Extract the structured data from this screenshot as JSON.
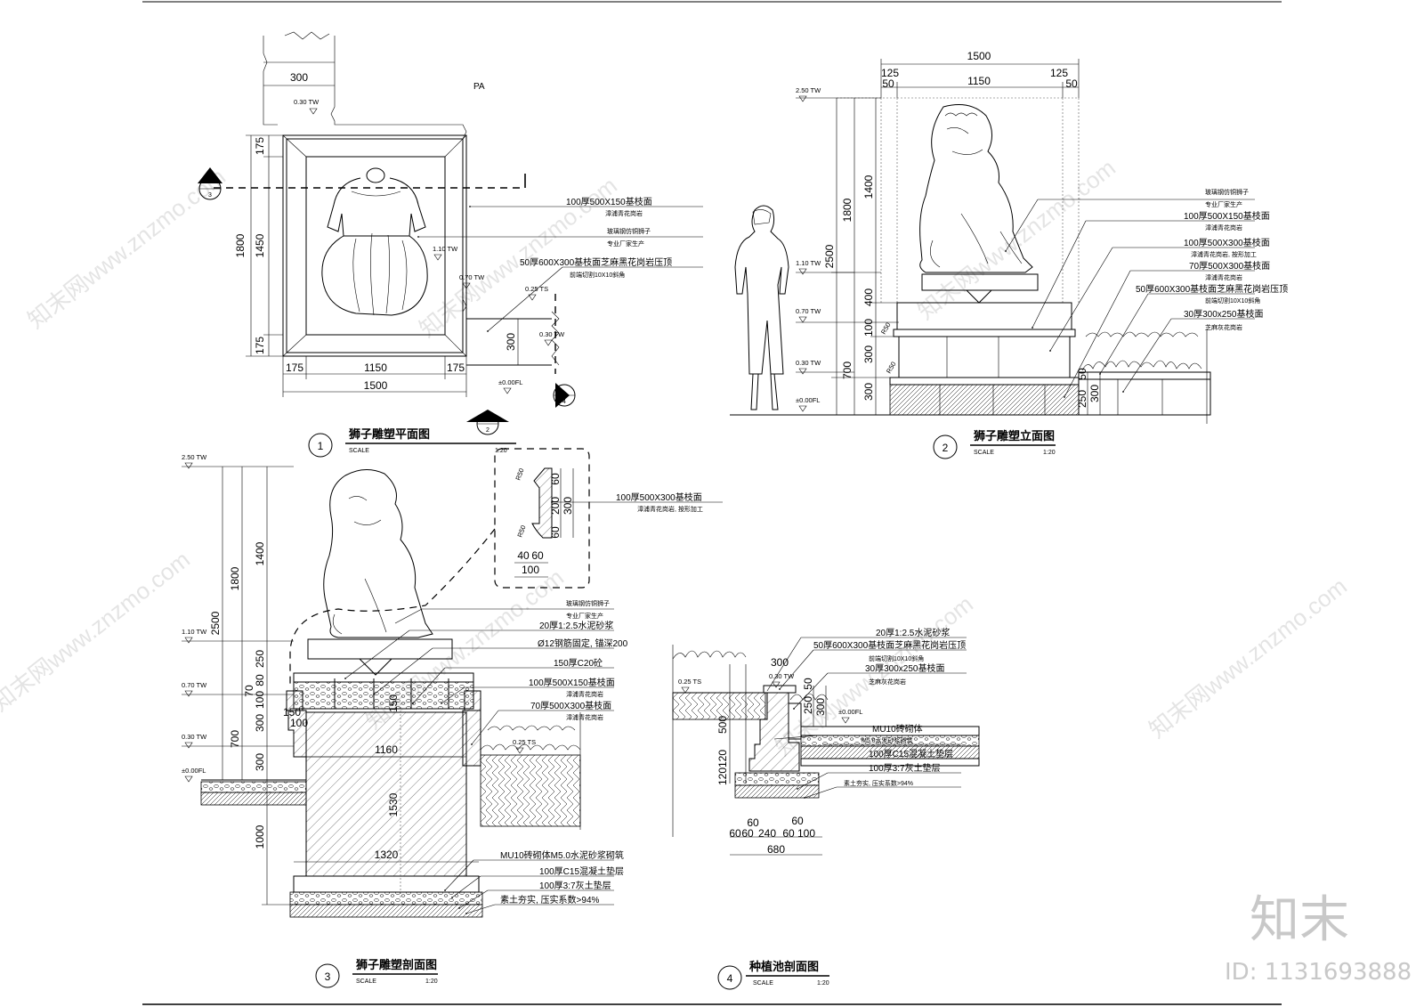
{
  "titles": {
    "plan": {
      "num": "1",
      "text": "狮子雕塑平面图",
      "scale_label": "SCALE",
      "scale": "1:20"
    },
    "elevation": {
      "num": "2",
      "text": "狮子雕塑立面图",
      "scale_label": "SCALE",
      "scale": "1:20"
    },
    "section": {
      "num": "3",
      "text": "狮子雕塑剖面图",
      "scale_label": "SCALE",
      "scale": "1:20"
    },
    "planter": {
      "num": "4",
      "text": "种植池剖面图",
      "scale_label": "SCALE",
      "scale": "1:20"
    }
  },
  "plan": {
    "pa": "PA",
    "dim_300": "300",
    "lvl_030tw": "0.30 TW",
    "dims_v": [
      "175",
      "1450",
      "175"
    ],
    "dim_total_v": "1800",
    "dims_h": [
      "175",
      "1150",
      "175"
    ],
    "dim_total_h": "1500",
    "lvl_110tw": "1.10 TW",
    "lvl_070tw": "0.70 TW",
    "lvl_025ts": "0.25 TS",
    "lvl_030tw_b": "0.30 TW",
    "lvl_000fl": "±0.00FL",
    "dim_300b": "300",
    "callouts": [
      {
        "l1": "100厚500X150基枝面",
        "l2": "漳浦青花岗岩"
      },
      {
        "l1": "玻璃钢仿铜狮子",
        "l2": "专业厂家生产"
      },
      {
        "l1": "50厚600X300基枝面芝麻黑花岗岩压顶",
        "l2": "前端切割10X10斜角"
      }
    ],
    "sec3": {
      "top": "",
      "bot": "3"
    },
    "sec4": {
      "top": "",
      "bot": "4"
    },
    "sec2": {
      "top": "",
      "bot": "2"
    }
  },
  "elev": {
    "dim_top": "1500",
    "dims_top": [
      "125",
      "1150",
      "125"
    ],
    "dims_top2": [
      "50",
      "50"
    ],
    "levels": [
      "2.50 TW",
      "1.10 TW",
      "0.70 TW",
      "0.30 TW",
      "±0.00FL"
    ],
    "dims_v_outer": [
      "2500"
    ],
    "dims_v_mid": [
      "1800",
      "700"
    ],
    "dims_v_inner": [
      "1400",
      "400",
      "100",
      "300",
      "300"
    ],
    "r50a": "R50",
    "r50b": "R50",
    "dims_right": [
      "250",
      "50",
      "300"
    ],
    "callouts": [
      {
        "l1": "玻璃钢仿铜狮子",
        "l2": "专业厂家生产"
      },
      {
        "l1": "100厚500X150基枝面",
        "l2": "漳浦青花岗岩"
      },
      {
        "l1": "100厚500X300基枝面",
        "l2": "漳浦青花岗岩, 按形加工"
      },
      {
        "l1": "70厚500X300基枝面",
        "l2": "漳浦青花岗岩"
      },
      {
        "l1": "50厚600X300基枝面芝麻黑花岗岩压顶",
        "l2": "前端切割10X10斜角"
      },
      {
        "l1": "30厚300x250基枝面",
        "l2": "芝麻灰花岗岩"
      }
    ]
  },
  "detail": {
    "r50a": "R50",
    "r50b": "R50",
    "d60a": "60",
    "d200": "200",
    "d60b": "60",
    "d300": "300",
    "d40": "40",
    "d60c": "60",
    "d100": "100",
    "callout": {
      "l1": "100厚500X300基枝面",
      "l2": "漳浦青花岗岩, 按形加工"
    }
  },
  "section": {
    "levels": [
      "2.50 TW",
      "1.10 TW",
      "0.70 TW",
      "0.30 TW",
      "±0.00FL"
    ],
    "dims_v_outer": [
      "2500",
      "1000"
    ],
    "dims_v_mid": [
      "1800",
      "700"
    ],
    "dims_v_inner": [
      "1400",
      "250",
      "80",
      "70",
      "100",
      "300",
      "300"
    ],
    "d150a": "150",
    "d100": "100",
    "d150b": "150",
    "d1160": "1160",
    "d1530": "1530",
    "d1320": "1320",
    "lvl_025ts": "0.25 TS",
    "callouts": [
      {
        "l1": "玻璃钢仿铜狮子",
        "l2": "专业厂家生产"
      },
      {
        "l1": "20厚1:2.5水泥砂浆",
        "l2": ""
      },
      {
        "l1": "Ø12钢筋固定, 锚深200",
        "l2": ""
      },
      {
        "l1": "150厚C20砼",
        "l2": ""
      },
      {
        "l1": "100厚500X150基枝面",
        "l2": "漳浦青花岗岩"
      },
      {
        "l1": "70厚500X300基枝面",
        "l2": "漳浦青花岗岩"
      }
    ],
    "callouts_low": [
      "MU10砖砌体M5.0水泥砂浆砌筑",
      "100厚C15混凝土垫层",
      "100厚3:7灰土垫层",
      "素土夯实, 压实系数>94%"
    ]
  },
  "planter": {
    "lvl_025ts": "0.25 TS",
    "lvl_030tw": "0.30 TW",
    "lvl_000fl": "±0.00FL",
    "d300": "300",
    "d500": "500",
    "d120a": "120",
    "d120b": "120",
    "d250": "250",
    "d50": "50",
    "d300b": "300",
    "d60top": "60",
    "d60r": "60",
    "dims_bot": [
      "60",
      "60",
      "240",
      "60",
      "100"
    ],
    "d680": "680",
    "callouts_top": [
      {
        "l1": "20厚1:2.5水泥砂浆",
        "l2": ""
      },
      {
        "l1": "50厚600X300基枝面芝麻黑花岗岩压顶",
        "l2": "前端切割10X10斜角"
      },
      {
        "l1": "30厚300x250基枝面",
        "l2": "芝麻灰花岗岩"
      }
    ],
    "callouts_low": [
      "MU10砖砌体",
      "M5.0水泥砂浆砌筑",
      "100厚C15混凝土垫层",
      "100厚3:7灰土垫层",
      "素土夯实, 压实系数>94%"
    ]
  },
  "brand": {
    "logo": "知末",
    "id": "ID: 1131693888",
    "watermark": "知末网www.znzmo.com"
  }
}
